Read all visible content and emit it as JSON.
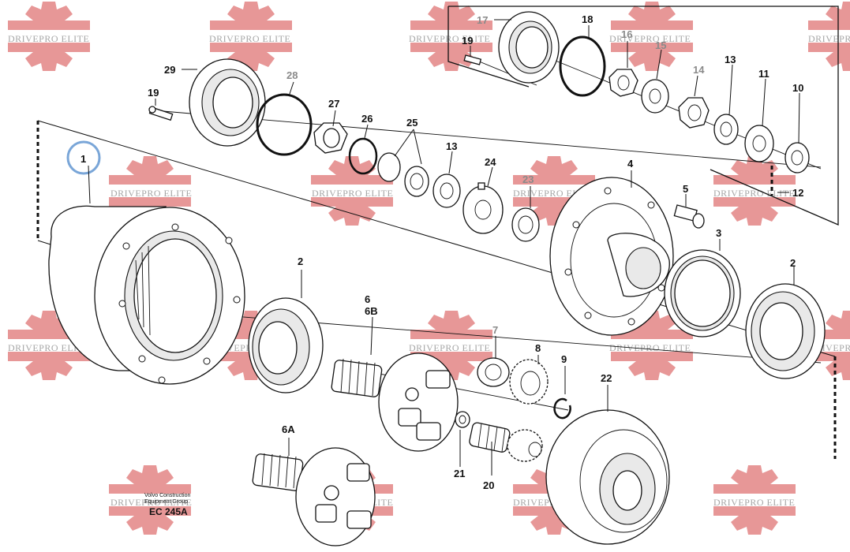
{
  "watermark": {
    "text": "DRIVEPRO ELITE",
    "color": "#e07a7a"
  },
  "credit": {
    "line1": "Volvo Construction",
    "line2": "Equipment Group",
    "code": "EC 245A"
  },
  "highlight_color": "#7aa6d8",
  "callouts": {
    "c1": "1",
    "c2a": "2",
    "c2b": "2",
    "c3": "3",
    "c4": "4",
    "c5": "5",
    "c6": "6",
    "c6b": "6B",
    "c6a": "6A",
    "c7": "7",
    "c8": "8",
    "c9": "9",
    "c10": "10",
    "c11": "11",
    "c12": "12",
    "c13a": "13",
    "c13b": "13",
    "c14": "14",
    "c15": "15",
    "c16": "16",
    "c17": "17",
    "c18": "18",
    "c19a": "19",
    "c19b": "19",
    "c20": "20",
    "c21": "21",
    "c22": "22",
    "c23": "23",
    "c24": "24",
    "c25": "25",
    "c26": "26",
    "c27": "27",
    "c28": "28",
    "c29": "29"
  }
}
